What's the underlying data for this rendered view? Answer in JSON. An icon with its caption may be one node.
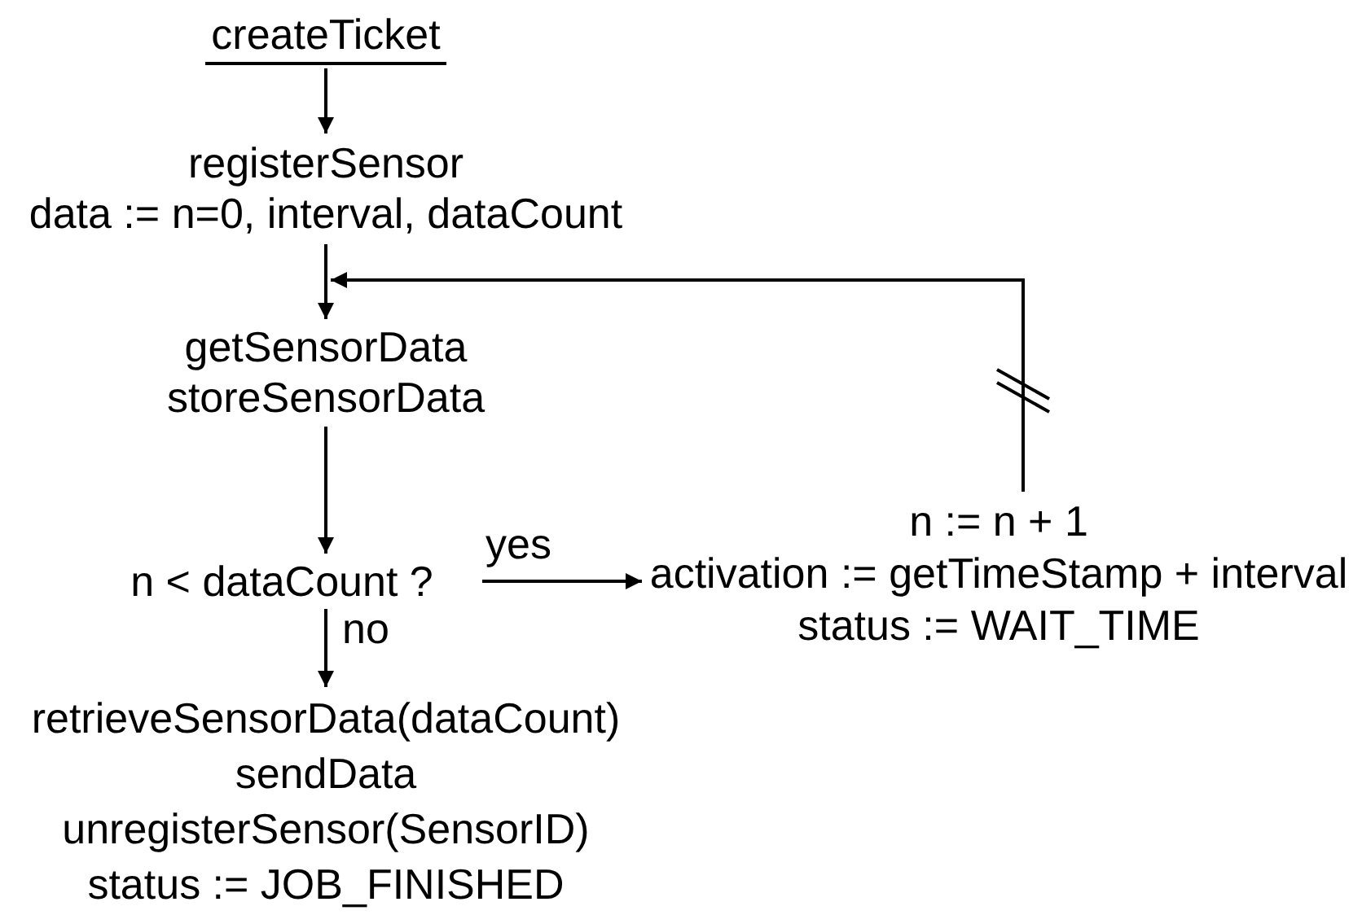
{
  "diagram": {
    "nodes": [
      {
        "text": [
          "createTicket"
        ]
      },
      {
        "text": [
          "registerSensor",
          "data := n=0, interval, dataCount"
        ]
      },
      {
        "text": [
          "getSensorData",
          "storeSensorData"
        ]
      },
      {
        "text": [
          "n < dataCount ?"
        ]
      },
      {
        "text": [
          "n := n + 1",
          "activation := getTimeStamp + interval",
          "status := WAIT_TIME"
        ]
      },
      {
        "text": [
          "retrieveSensorData(dataCount)",
          "sendData",
          "unregisterSensor(SensorID)",
          "status := JOB_FINISHED"
        ]
      }
    ],
    "edges": [
      {
        "from": 0,
        "to": 1,
        "arrow": "to"
      },
      {
        "from": 1,
        "to": 2,
        "arrow": "to"
      },
      {
        "from": 2,
        "to": 3,
        "arrow": "to"
      },
      {
        "from": 3,
        "to": 4,
        "arrow": "to",
        "label": "yes"
      },
      {
        "from": 3,
        "to": 5,
        "arrow": "to",
        "label": "no"
      },
      {
        "from": 4,
        "to": 2,
        "arrow": "to"
      }
    ]
  }
}
